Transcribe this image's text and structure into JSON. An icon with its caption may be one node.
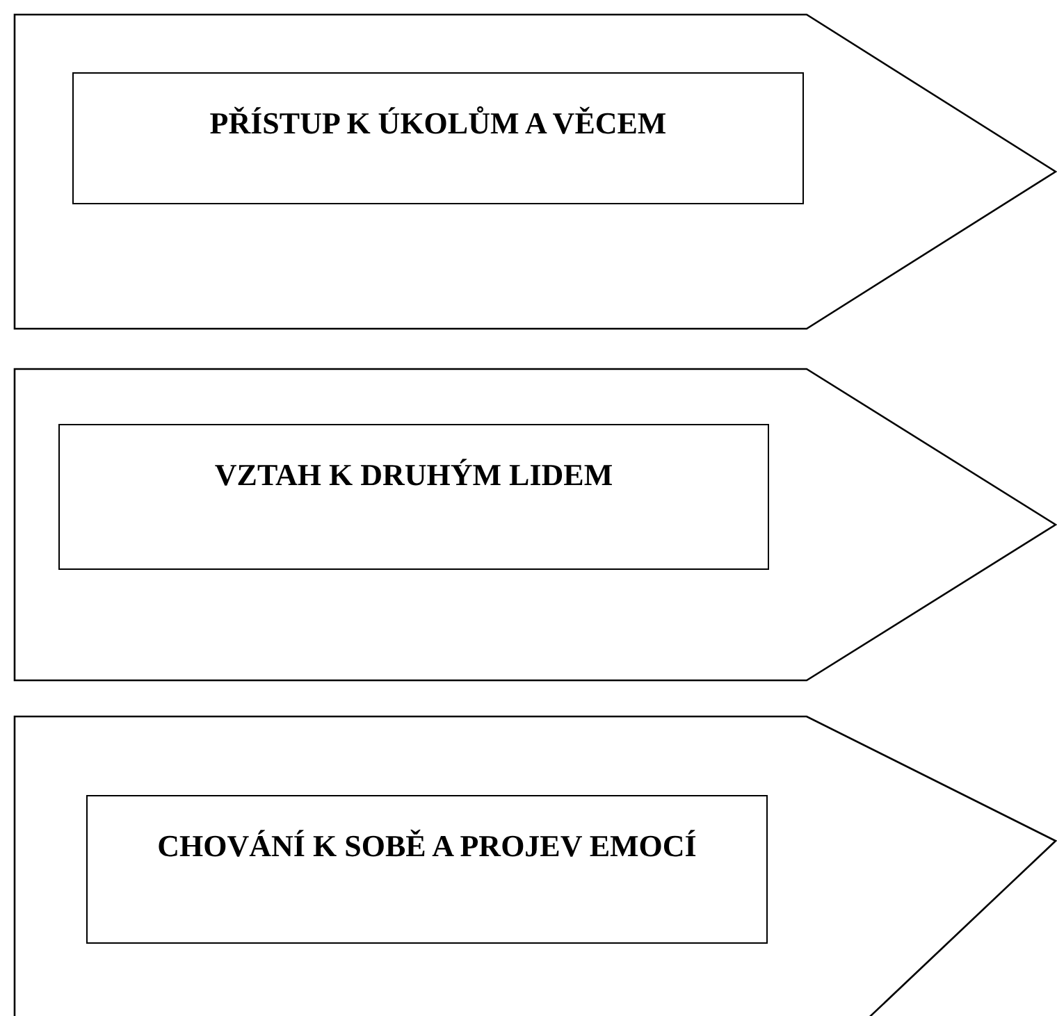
{
  "diagram": {
    "nodes": [
      {
        "text": [],
        "shape": "pentagon"
      },
      {
        "text": [
          "PŘÍSTUP K ÚKOLŮM A VĚCEM"
        ],
        "in": 0
      },
      {
        "text": [],
        "shape": "pentagon"
      },
      {
        "text": [
          "VZTAH K DRUHÝM LIDEM"
        ],
        "in": 2
      },
      {
        "text": [],
        "shape": "pentagon"
      },
      {
        "text": [
          "CHOVÁNÍ K SOBĚ A PROJEV EMOCÍ"
        ],
        "in": 4
      }
    ]
  }
}
